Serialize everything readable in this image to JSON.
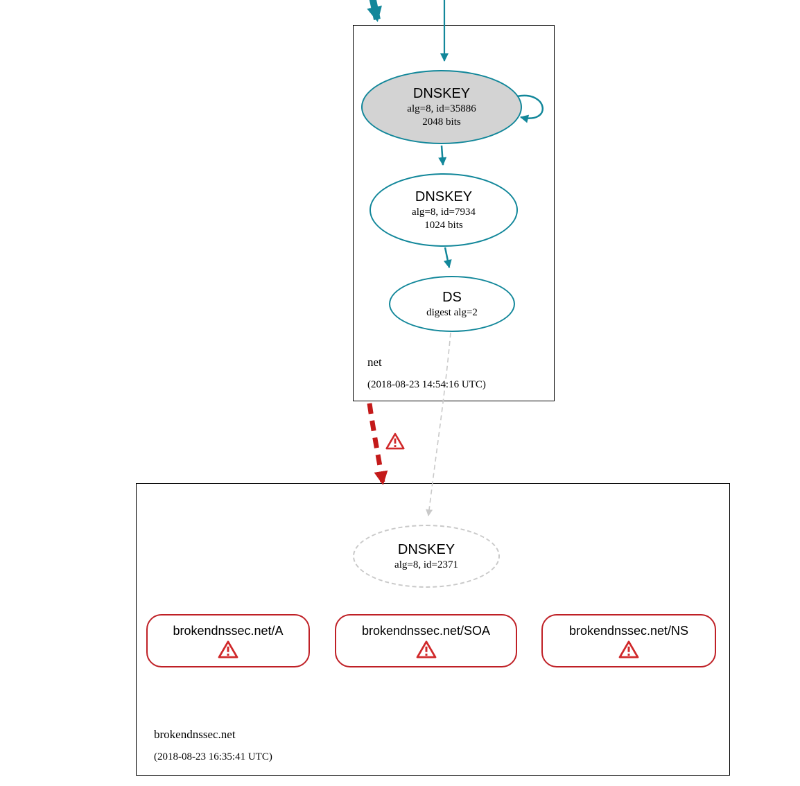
{
  "diagram": {
    "zone_net": {
      "name": "net",
      "timestamp": "(2018-08-23 14:54:16 UTC)",
      "ksk": {
        "title": "DNSKEY",
        "meta": "alg=8, id=35886",
        "bits": "2048 bits"
      },
      "zsk": {
        "title": "DNSKEY",
        "meta": "alg=8, id=7934",
        "bits": "1024 bits"
      },
      "ds": {
        "title": "DS",
        "meta": "digest alg=2"
      }
    },
    "zone_broken": {
      "name": "brokendnssec.net",
      "timestamp": "(2018-08-23 16:35:41 UTC)",
      "dnskey": {
        "title": "DNSKEY",
        "meta": "alg=8, id=2371"
      },
      "rrsets": [
        {
          "label": "brokendnssec.net/A"
        },
        {
          "label": "brokendnssec.net/SOA"
        },
        {
          "label": "brokendnssec.net/NS"
        }
      ]
    },
    "icons": {
      "warning": "warning-triangle"
    },
    "colors": {
      "teal": "#12879a",
      "node_gray_fill": "#d3d3d3",
      "rrset_border_red": "#bf2026",
      "warning_red": "#d0282a",
      "edge_red": "#c41a1a",
      "dashed_gray": "#c9c9c9"
    }
  }
}
